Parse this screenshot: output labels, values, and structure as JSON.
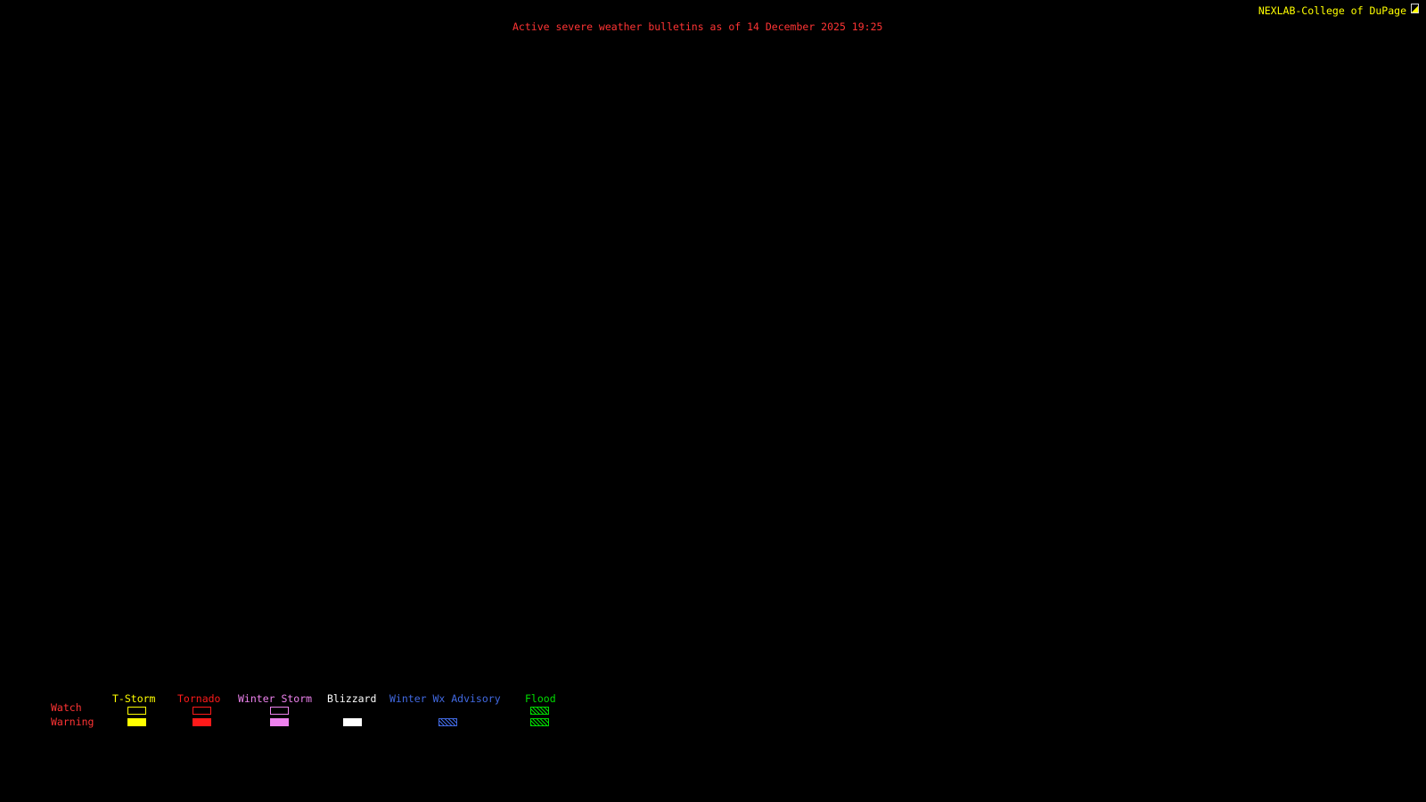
{
  "header": {
    "station": "NEXLAB-College of DuPage",
    "station_color": "#ffff00",
    "title": "Active severe weather bulletins as of 14 December 2025 19:25",
    "title_color": "#ff3434"
  },
  "map": {
    "background": "#000000"
  },
  "legend": {
    "row_label_color": "#ff3434",
    "row_labels": [
      "Watch",
      "Warning"
    ],
    "columns": [
      {
        "label": "T-Storm",
        "color": "#ffff00",
        "watch": "outline",
        "warning": "fill"
      },
      {
        "label": "Tornado",
        "color": "#ff1a1a",
        "watch": "outline",
        "warning": "fill"
      },
      {
        "label": "Winter Storm",
        "color": "#ee82ee",
        "watch": "outline",
        "warning": "fill"
      },
      {
        "label": "Blizzard",
        "color": "#ffffff",
        "watch": "none",
        "warning": "fill"
      },
      {
        "label": "Winter Wx Advisory",
        "color": "#4169e1",
        "watch": "none",
        "warning": "hatch"
      },
      {
        "label": "Flood",
        "color": "#00dd00",
        "watch": "hatch",
        "warning": "hatch"
      }
    ]
  }
}
